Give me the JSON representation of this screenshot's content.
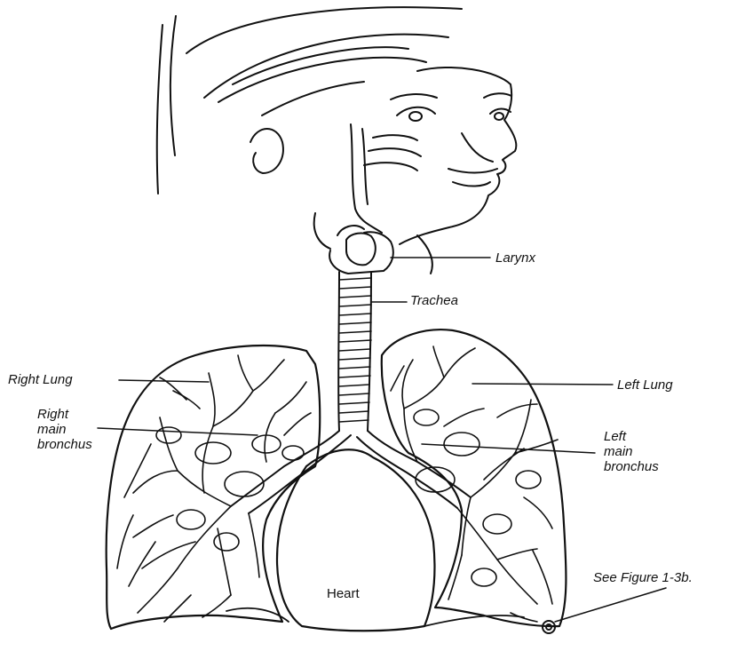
{
  "colors": {
    "ink": "#111111",
    "background": "#ffffff"
  },
  "labels": {
    "larynx": "Larynx",
    "trachea": "Trachea",
    "right_lung": "Right Lung",
    "right_main_bronchus": "Right\nmain\nbronchus",
    "left_lung": "Left Lung",
    "left_main_bronchus": "Left\nmain\nbronchus",
    "heart": "Heart",
    "see_figure": "See Figure 1-3b."
  }
}
